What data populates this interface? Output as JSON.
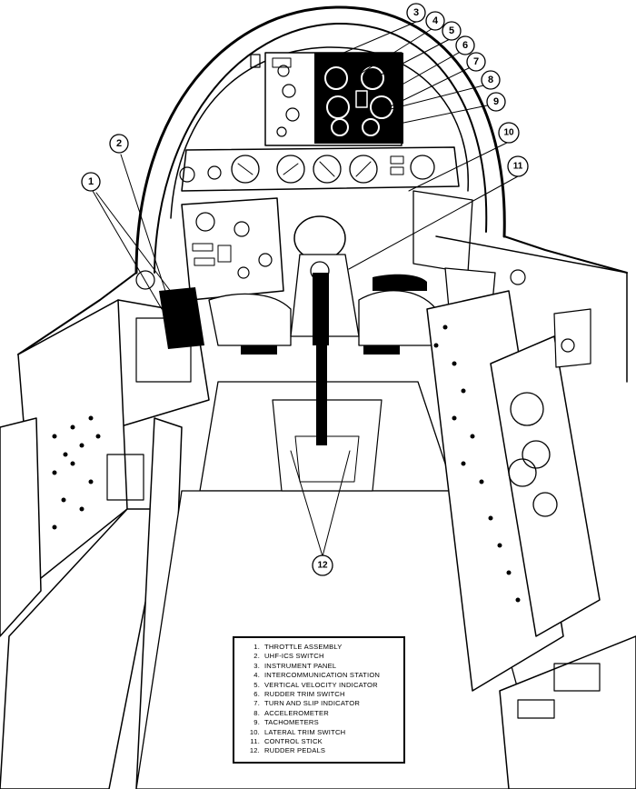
{
  "callouts": [
    {
      "number": "1"
    },
    {
      "number": "2"
    },
    {
      "number": "3"
    },
    {
      "number": "4"
    },
    {
      "number": "5"
    },
    {
      "number": "6"
    },
    {
      "number": "7"
    },
    {
      "number": "8"
    },
    {
      "number": "9"
    },
    {
      "number": "10"
    },
    {
      "number": "11"
    },
    {
      "number": "12"
    }
  ],
  "legend": {
    "items": [
      {
        "number": "1.",
        "label": "THROTTLE ASSEMBLY"
      },
      {
        "number": "2.",
        "label": "UHF-ICS SWITCH"
      },
      {
        "number": "3.",
        "label": "INSTRUMENT PANEL"
      },
      {
        "number": "4.",
        "label": "INTERCOMMUNICATION STATION"
      },
      {
        "number": "5.",
        "label": "VERTICAL VELOCITY INDICATOR"
      },
      {
        "number": "6.",
        "label": "RUDDER TRIM SWITCH"
      },
      {
        "number": "7.",
        "label": "TURN AND SLIP INDICATOR"
      },
      {
        "number": "8.",
        "label": "ACCELEROMETER"
      },
      {
        "number": "9.",
        "label": "TACHOMETERS"
      },
      {
        "number": "10.",
        "label": "LATERAL TRIM SWITCH"
      },
      {
        "number": "11.",
        "label": "CONTROL STICK"
      },
      {
        "number": "12.",
        "label": "RUDDER PEDALS"
      }
    ]
  }
}
